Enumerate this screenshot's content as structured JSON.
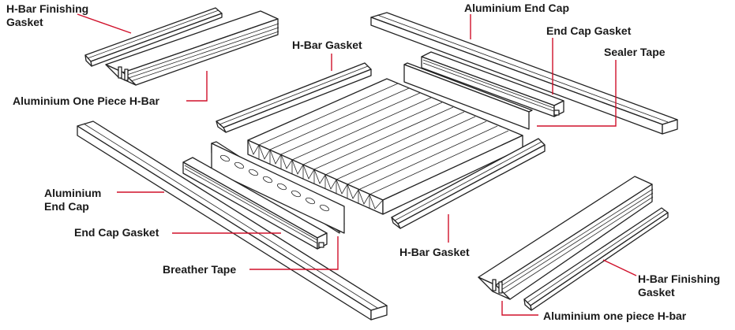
{
  "diagram": {
    "leader_color": "#d0102a",
    "labels": {
      "hbar_finishing_gasket_tl": "H-Bar Finishing Gasket",
      "aluminium_one_piece_hbar_l": "Aluminium One Piece H-Bar",
      "hbar_gasket_top": "H-Bar Gasket",
      "aluminium_end_cap_top": "Aluminium End Cap",
      "end_cap_gasket_top": "End Cap Gasket",
      "sealer_tape": "Sealer Tape",
      "aluminium_end_cap_left": "Aluminium End Cap",
      "end_cap_gasket_left": "End Cap Gasket",
      "breather_tape": "Breather Tape",
      "hbar_gasket_bottom": "H-Bar Gasket",
      "hbar_finishing_gasket_br": "H-Bar Finishing Gasket",
      "aluminium_one_piece_hbar_br": "Aluminium one piece H-bar"
    }
  }
}
